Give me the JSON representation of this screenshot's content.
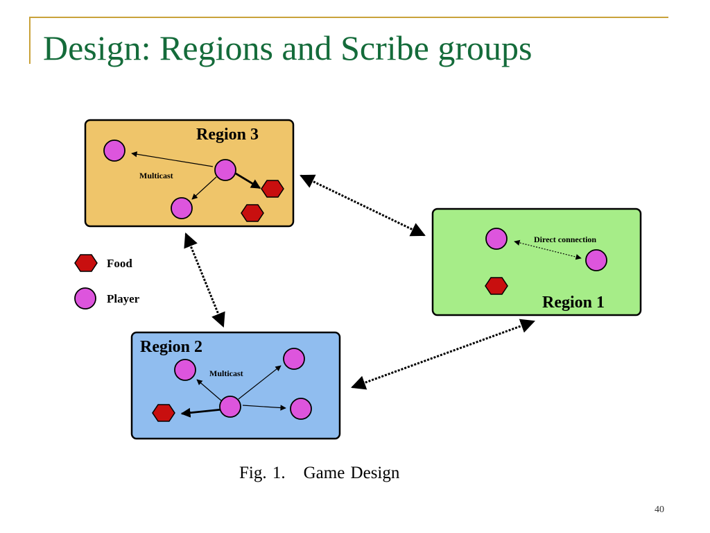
{
  "slide": {
    "title": "Design: Regions and Scribe groups",
    "page_number": "40"
  },
  "figure": {
    "caption_prefix": "Fig. 1.",
    "caption_text": "Game Design"
  },
  "regions": {
    "region3": {
      "title": "Region 3",
      "label": "Multicast",
      "fill": "#efc56a"
    },
    "region1": {
      "title": "Region 1",
      "label": "Direct connection",
      "fill": "#a6ed88"
    },
    "region2": {
      "title": "Region 2",
      "label": "Multicast",
      "fill": "#90bdef"
    }
  },
  "legend": {
    "food": "Food",
    "player": "Player"
  },
  "colors": {
    "player": "#dd55dd",
    "food": "#c80f0f",
    "title": "#146b3a",
    "accent": "#c9a23a"
  }
}
